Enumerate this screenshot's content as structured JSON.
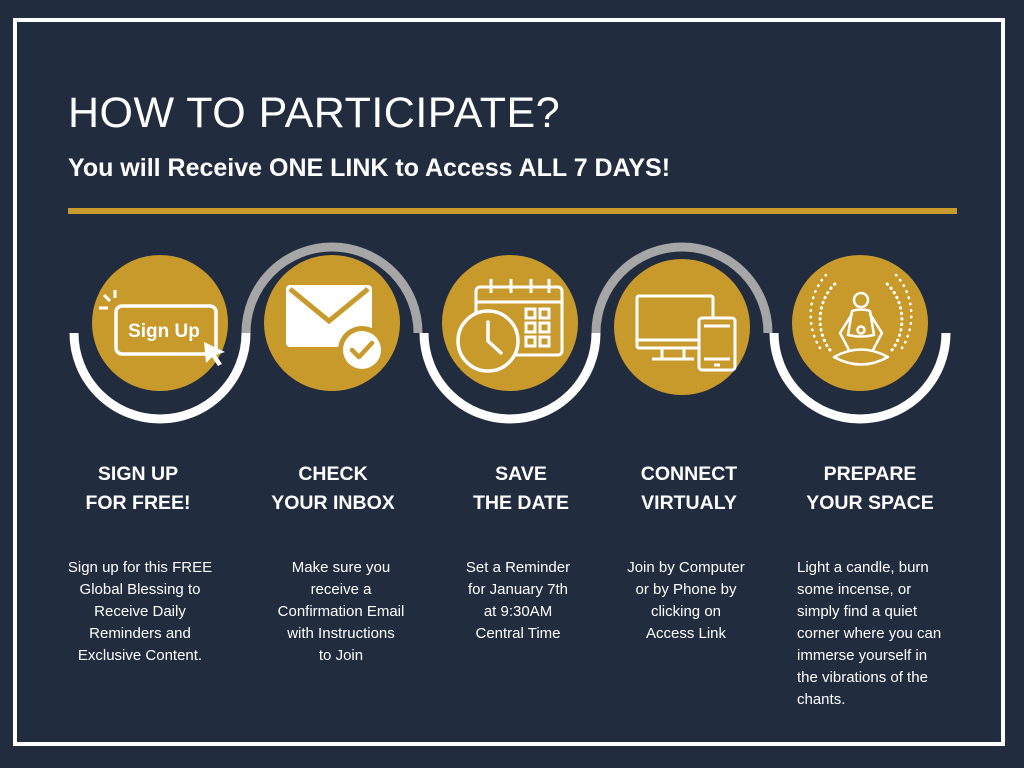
{
  "header": {
    "title": "HOW TO PARTICIPATE?",
    "subtitle": "You will Receive ONE LINK to Access ALL 7 DAYS!"
  },
  "colors": {
    "background": "#222c3f",
    "accent_gold": "#c79a2b",
    "arc_grey": "#a6a6a6",
    "white": "#ffffff"
  },
  "steps": [
    {
      "icon": "sign-up-button-icon",
      "icon_text": "Sign Up",
      "title": [
        "SIGN UP",
        "FOR FREE!"
      ],
      "description": [
        "Sign up for this FREE",
        "Global Blessing to",
        "Receive Daily",
        "Reminders and",
        "Exclusive Content."
      ]
    },
    {
      "icon": "envelope-check-icon",
      "title": [
        "CHECK",
        "YOUR INBOX"
      ],
      "description": [
        "Make sure you",
        "receive a",
        "Confirmation Email",
        "with Instructions",
        "to Join"
      ]
    },
    {
      "icon": "calendar-clock-icon",
      "title": [
        "SAVE",
        "THE DATE"
      ],
      "description": [
        "Set a Reminder",
        "for January 7th",
        "at 9:30AM",
        "Central Time"
      ]
    },
    {
      "icon": "computer-phone-icon",
      "title": [
        "CONNECT",
        "VIRTUALY"
      ],
      "description": [
        "Join by Computer",
        "or by Phone by",
        "clicking on",
        "Access Link"
      ]
    },
    {
      "icon": "meditation-icon",
      "title": [
        "PREPARE",
        "YOUR SPACE"
      ],
      "description": [
        "Light a candle, burn",
        "some incense, or",
        "simply find a quiet",
        "corner where you can",
        "immerse yourself in",
        "the vibrations of the",
        "chants."
      ]
    }
  ]
}
